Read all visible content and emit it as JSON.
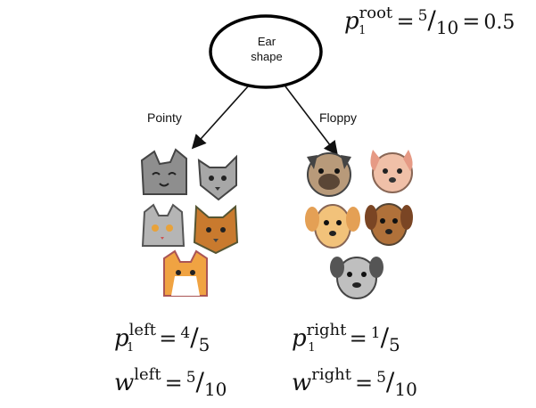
{
  "root_node": {
    "line1": "Ear",
    "line2": "shape"
  },
  "branches": {
    "left": "Pointy",
    "right": "Floppy"
  },
  "root_formula": {
    "var": "p",
    "sub": "1",
    "sup": "root",
    "eq": "=",
    "num": "5",
    "slash": "/",
    "den": "10",
    "eq2": "=",
    "value": "0.5"
  },
  "left_formulas": {
    "p": {
      "var": "p",
      "sub": "1",
      "sup": "left",
      "eq": "=",
      "num": "4",
      "slash": "/",
      "den": "5"
    },
    "w": {
      "var": "w",
      "sup": "left",
      "eq": "=",
      "num": "5",
      "slash": "/",
      "den": "10"
    }
  },
  "right_formulas": {
    "p": {
      "var": "p",
      "sub": "1",
      "sup": "right",
      "eq": "=",
      "num": "1",
      "slash": "/",
      "den": "5"
    },
    "w": {
      "var": "w",
      "sup": "right",
      "eq": "=",
      "num": "5",
      "slash": "/",
      "den": "10"
    }
  },
  "images": {
    "left_group": [
      "cat-gray-smiling",
      "cat-gray-grumpy",
      "cat-gray-fluffy",
      "cat-brown",
      "cat-orange-white"
    ],
    "right_group": [
      "dog-pug",
      "dog-pink",
      "dog-golden",
      "dog-brown",
      "dog-gray"
    ]
  }
}
